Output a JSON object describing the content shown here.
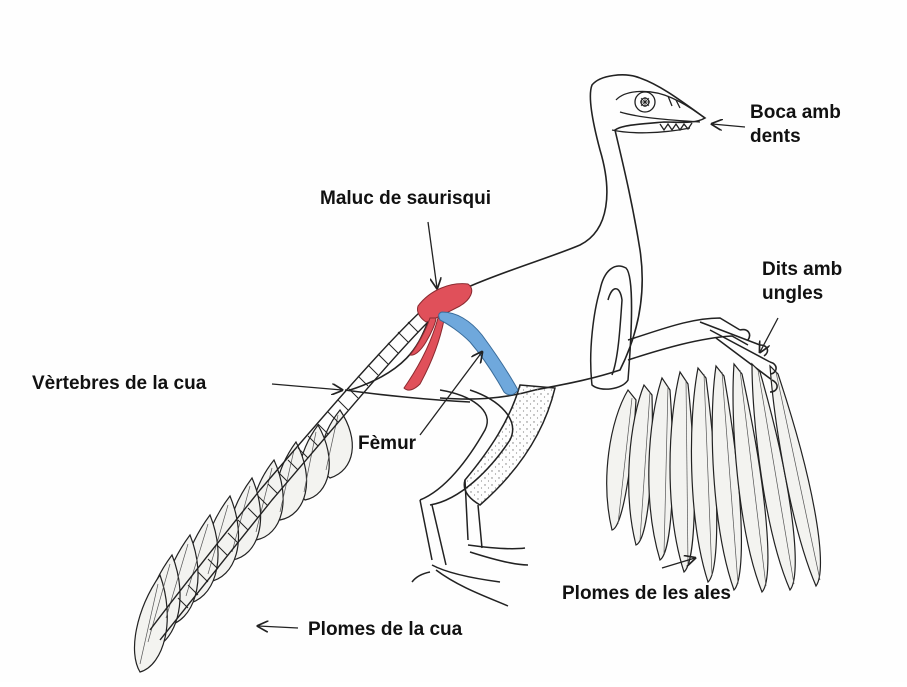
{
  "labels": {
    "mouth": [
      "Boca amb",
      "dents"
    ],
    "hip": "Maluc de saurisqui",
    "fingers": [
      "Dits amb",
      "ungles"
    ],
    "tail_vertebrae": "Vèrtebres de la cua",
    "femur": "Fèmur",
    "wing_feathers": "Plomes de les ales",
    "tail_feathers": "Plomes de la cua"
  },
  "colors": {
    "hip_bone": "#e0505a",
    "femur_bone": "#6fa8dc",
    "line": "#222222",
    "feather_fill": "#f3f3f0"
  }
}
